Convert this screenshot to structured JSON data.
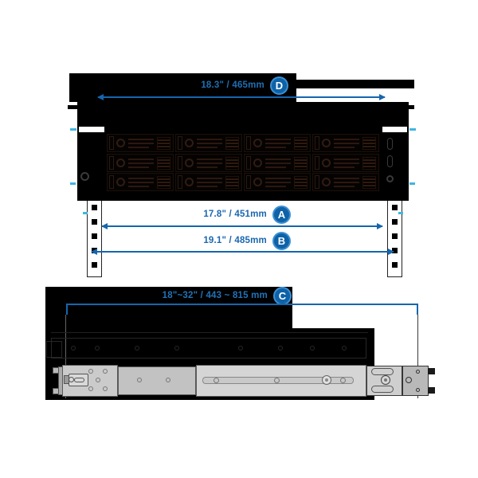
{
  "dimensions": {
    "d": {
      "letter": "D",
      "value": "18.3\" / 465mm"
    },
    "a": {
      "letter": "A",
      "value": "17.8\" / 451mm"
    },
    "b": {
      "letter": "B",
      "value": "19.1\" / 485mm"
    },
    "c": {
      "letter": "C",
      "value": "18\"~32\" / 443 ~ 815 mm"
    }
  },
  "colors": {
    "dimension_blue": "#1566ad",
    "badge_blue": "#0d62a8",
    "tick_cyan": "#3fb6e0",
    "chassis_black": "#000000",
    "background": "#ffffff"
  }
}
